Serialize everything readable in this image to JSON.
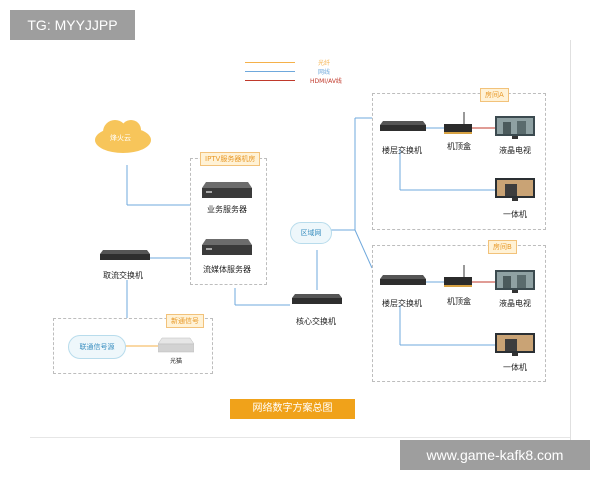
{
  "watermarks": {
    "top_left": "TG: MYYJJPP",
    "bottom_right": "www.game-kafk8.com"
  },
  "legend": {
    "items": [
      {
        "label": "光纤",
        "color": "#f5b14a"
      },
      {
        "label": "网线",
        "color": "#6fa8dc"
      },
      {
        "label": "HDMI/AV线",
        "color": "#c0392b"
      }
    ]
  },
  "nodes": {
    "cloud": "烽火云",
    "iptv_group": "IPTV服务器机房",
    "business_server": "业务服务器",
    "streaming_server": "流媒体服务器",
    "access_switch": "取流交换机",
    "lan": "区域网",
    "core_switch": "核心交换机",
    "source_group": "新通信号",
    "unicom_source": "联通信号源",
    "optical_device": "光猫",
    "room_a": "房间A",
    "room_b": "房间B",
    "floor_switch_a": "楼层交换机",
    "stb_a": "机顶盒",
    "lcd_tv_a": "液晶电视",
    "aio_a": "一体机",
    "floor_switch_b": "楼层交换机",
    "stb_b": "机顶盒",
    "lcd_tv_b": "液晶电视",
    "aio_b": "一体机"
  },
  "caption": "网络数字方案总图",
  "colors": {
    "fiber": "#f5b14a",
    "ethernet": "#6fa8dc",
    "hdmi": "#c0392b",
    "accent": "#f0a21a"
  }
}
